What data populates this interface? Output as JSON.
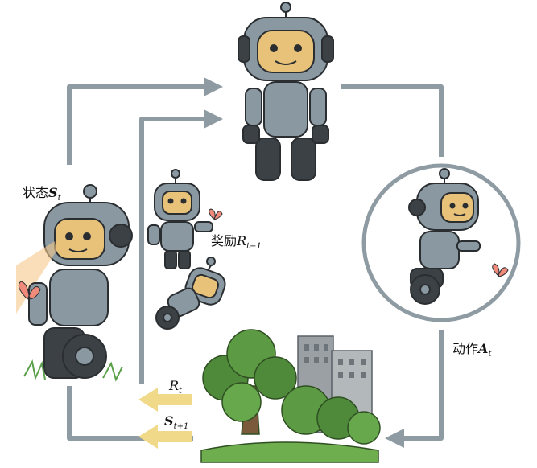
{
  "labels": {
    "state": {
      "text": "状态",
      "symbol": "S",
      "subscript": "t"
    },
    "reward_prev": {
      "text": "奖励",
      "symbol": "R",
      "subscript": "t−1"
    },
    "action": {
      "text": "动作",
      "symbol": "A",
      "subscript": "t"
    },
    "reward": {
      "symbol": "R",
      "subscript": "t"
    },
    "next_state": {
      "symbol": "S",
      "subscript": "t+1"
    }
  },
  "colors": {
    "loop_arrow": "#8e9ba3",
    "feedback_arrow": "#f1d98a",
    "robot_body": "#8a98a2",
    "robot_dark": "#3b4145",
    "robot_face": "#e9c27a",
    "tree_green": "#4e8a3a",
    "building": "#9aa0a4",
    "butterfly": "#f08a7a"
  }
}
